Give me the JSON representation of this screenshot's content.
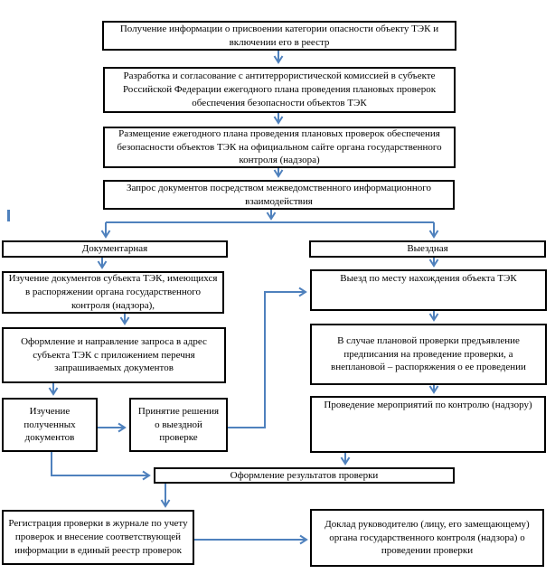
{
  "colors": {
    "arrow": "#4f81bd",
    "box_border": "#000000",
    "box_fill": "#ffffff",
    "text": "#000000",
    "background": "#ffffff"
  },
  "nodes": {
    "top1": "Получение информации о присвоении категории опасности объекту ТЭК и включении его в реестр",
    "top2": "Разработка и согласование с антитеррористической комиссией в субъекте Российской Федерации ежегодного плана проведения плановых проверок обеспечения безопасности объектов ТЭК",
    "top3": "Размещение ежегодного плана проведения плановых проверок обеспечения безопасности объектов ТЭК на официальном сайте органа государственного контроля (надзора)",
    "top4": "Запрос документов посредством межведомственного информационного взаимодействия",
    "left_header": "Документарная",
    "right_header": "Выездная",
    "left_study_docs": "Изучение документов субъекта ТЭК, имеющихся в распоряжении органа государственного контроля (надзора),",
    "left_request": "Оформление и направление запроса в адрес субъекта ТЭК с приложением перечня запрашиваемых документов",
    "left_study_received": "Изучение полученных документов",
    "left_decision": "Принятие решения о выездной проверке",
    "right_visit": "Выезд по месту нахождения  объекта ТЭК",
    "right_present": "В случае плановой проверки предъявление предписания на проведение проверки, а внеплановой – распоряжения о ее проведении",
    "right_activities": "Проведение мероприятий по контролю (надзору)",
    "results": "Оформление результатов проверки",
    "register": "Регистрация проверки в журнале по учету проверок и внесение соответствующей информации в единый реестр проверок",
    "report": "Доклад руководителю (лицу, его замещающему) органа государственного контроля (надзора) о проведении проверки"
  }
}
